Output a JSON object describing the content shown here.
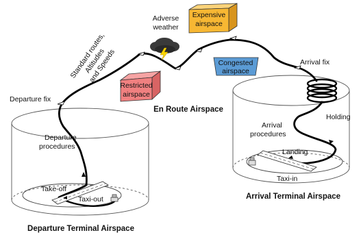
{
  "labels": {
    "adverse_weather_1": "Adverse",
    "adverse_weather_2": "weather",
    "expensive_1": "Expensive",
    "expensive_2": "airspace",
    "restricted_1": "Restricted",
    "restricted_2": "airspace",
    "congested_1": "Congested",
    "congested_2": "airspace",
    "standard_1": "Standard routes,",
    "standard_2": "Altitudes",
    "standard_3": "and Speeds",
    "en_route": "En Route Airspace",
    "departure_fix": "Departure fix",
    "departure_proc_1": "Departure",
    "departure_proc_2": "procedures",
    "take_off": "Take-off",
    "taxi_out": "Taxi-out",
    "departure_terminal": "Departure Terminal Airspace",
    "arrival_fix": "Arrival fix",
    "holding": "Holding",
    "arrival_proc_1": "Arrival",
    "arrival_proc_2": "procedures",
    "landing": "Landing",
    "taxi_in": "Taxi-in",
    "arrival_terminal": "Arrival Terminal Airspace"
  },
  "colors": {
    "restricted": "#f08080",
    "expensive": "#f7b733",
    "congested": "#5b9bd5",
    "route": "#000000",
    "cylinder": "#555555"
  },
  "icons": [
    "storm-cloud-icon",
    "lightning-icon",
    "airplane-icon",
    "runway-icon",
    "terminal-building-icon"
  ]
}
